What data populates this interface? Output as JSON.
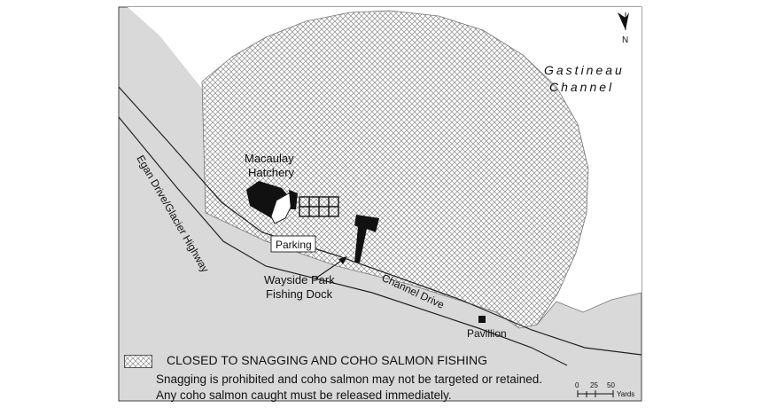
{
  "map": {
    "north_label": "N",
    "labels": {
      "channel_line1": "Gastineau",
      "channel_line2": "Channel",
      "hatchery_line1": "Macaulay",
      "hatchery_line2": "Hatchery",
      "highway": "Egan Drive/Glacier Highway",
      "parking": "Parking",
      "dock_line1": "Wayside Park",
      "dock_line2": "Fishing Dock",
      "road": "Channel Drive",
      "pavilion": "Pavillion"
    },
    "scale": {
      "ticks": [
        "0",
        "25",
        "50"
      ],
      "unit": "Yards"
    },
    "colors": {
      "land": "#d9d9d9",
      "water": "#ffffff",
      "hatch": "#8a8a8a",
      "structures": "#111111"
    }
  },
  "legend": {
    "closed_title": "CLOSED TO SNAGGING AND COHO SALMON FISHING",
    "note_line1": "Snagging is prohibited and coho salmon may not be targeted or retained.",
    "note_line2": "Any coho salmon caught must be released immediately."
  }
}
